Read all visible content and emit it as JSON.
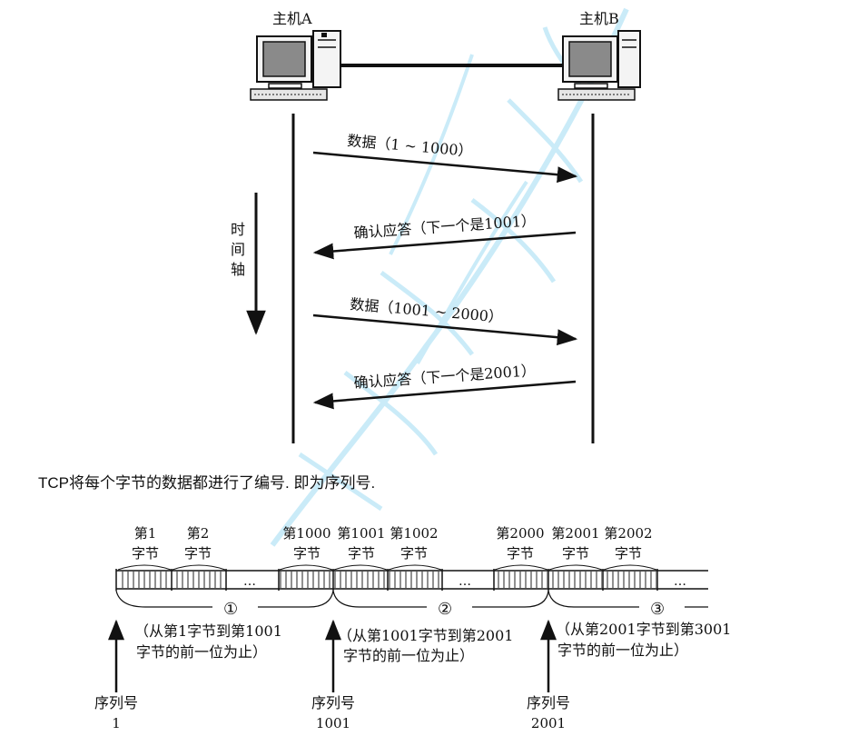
{
  "top_diagram": {
    "host_a_label": "主机A",
    "host_b_label": "主机B",
    "time_axis_label": [
      "时",
      "间",
      "轴"
    ],
    "messages": [
      {
        "text": "数据（1 ~ 1000）",
        "direction": "A_to_B"
      },
      {
        "text": "确认应答（下一个是1001）",
        "direction": "B_to_A"
      },
      {
        "text": "数据（1001 ~ 2000）",
        "direction": "A_to_B"
      },
      {
        "text": "确认应答（下一个是2001）",
        "direction": "B_to_A"
      }
    ]
  },
  "caption": "TCP将每个字节的数据都进行了编号. 即为序列号.",
  "bottom_diagram": {
    "byte_labels": [
      {
        "top": "第1",
        "bottom": "字节"
      },
      {
        "top": "第2",
        "bottom": "字节"
      },
      {
        "top": "第1000",
        "bottom": "字节"
      },
      {
        "top": "第1001",
        "bottom": "字节"
      },
      {
        "top": "第1002",
        "bottom": "字节"
      },
      {
        "top": "第2000",
        "bottom": "字节"
      },
      {
        "top": "第2001",
        "bottom": "字节"
      },
      {
        "top": "第2002",
        "bottom": "字节"
      }
    ],
    "ellipsis": "…",
    "segments": [
      {
        "number": "①",
        "line1": "（从第1字节到第1001",
        "line2": "字节的前一位为止）"
      },
      {
        "number": "②",
        "line1": "（从第1001字节到第2001",
        "line2": "字节的前一位为止）"
      },
      {
        "number": "③",
        "line1": "（从第2001字节到第3001",
        "line2": "字节的前一位为止）"
      }
    ],
    "sequence_markers": [
      {
        "label": "序列号",
        "value": "1"
      },
      {
        "label": "序列号",
        "value": "1001"
      },
      {
        "label": "序列号",
        "value": "2001"
      }
    ]
  },
  "colors": {
    "ink": "#111111",
    "monitor_screen": "#8a8a8a",
    "watermark": "#7fd4f0"
  }
}
